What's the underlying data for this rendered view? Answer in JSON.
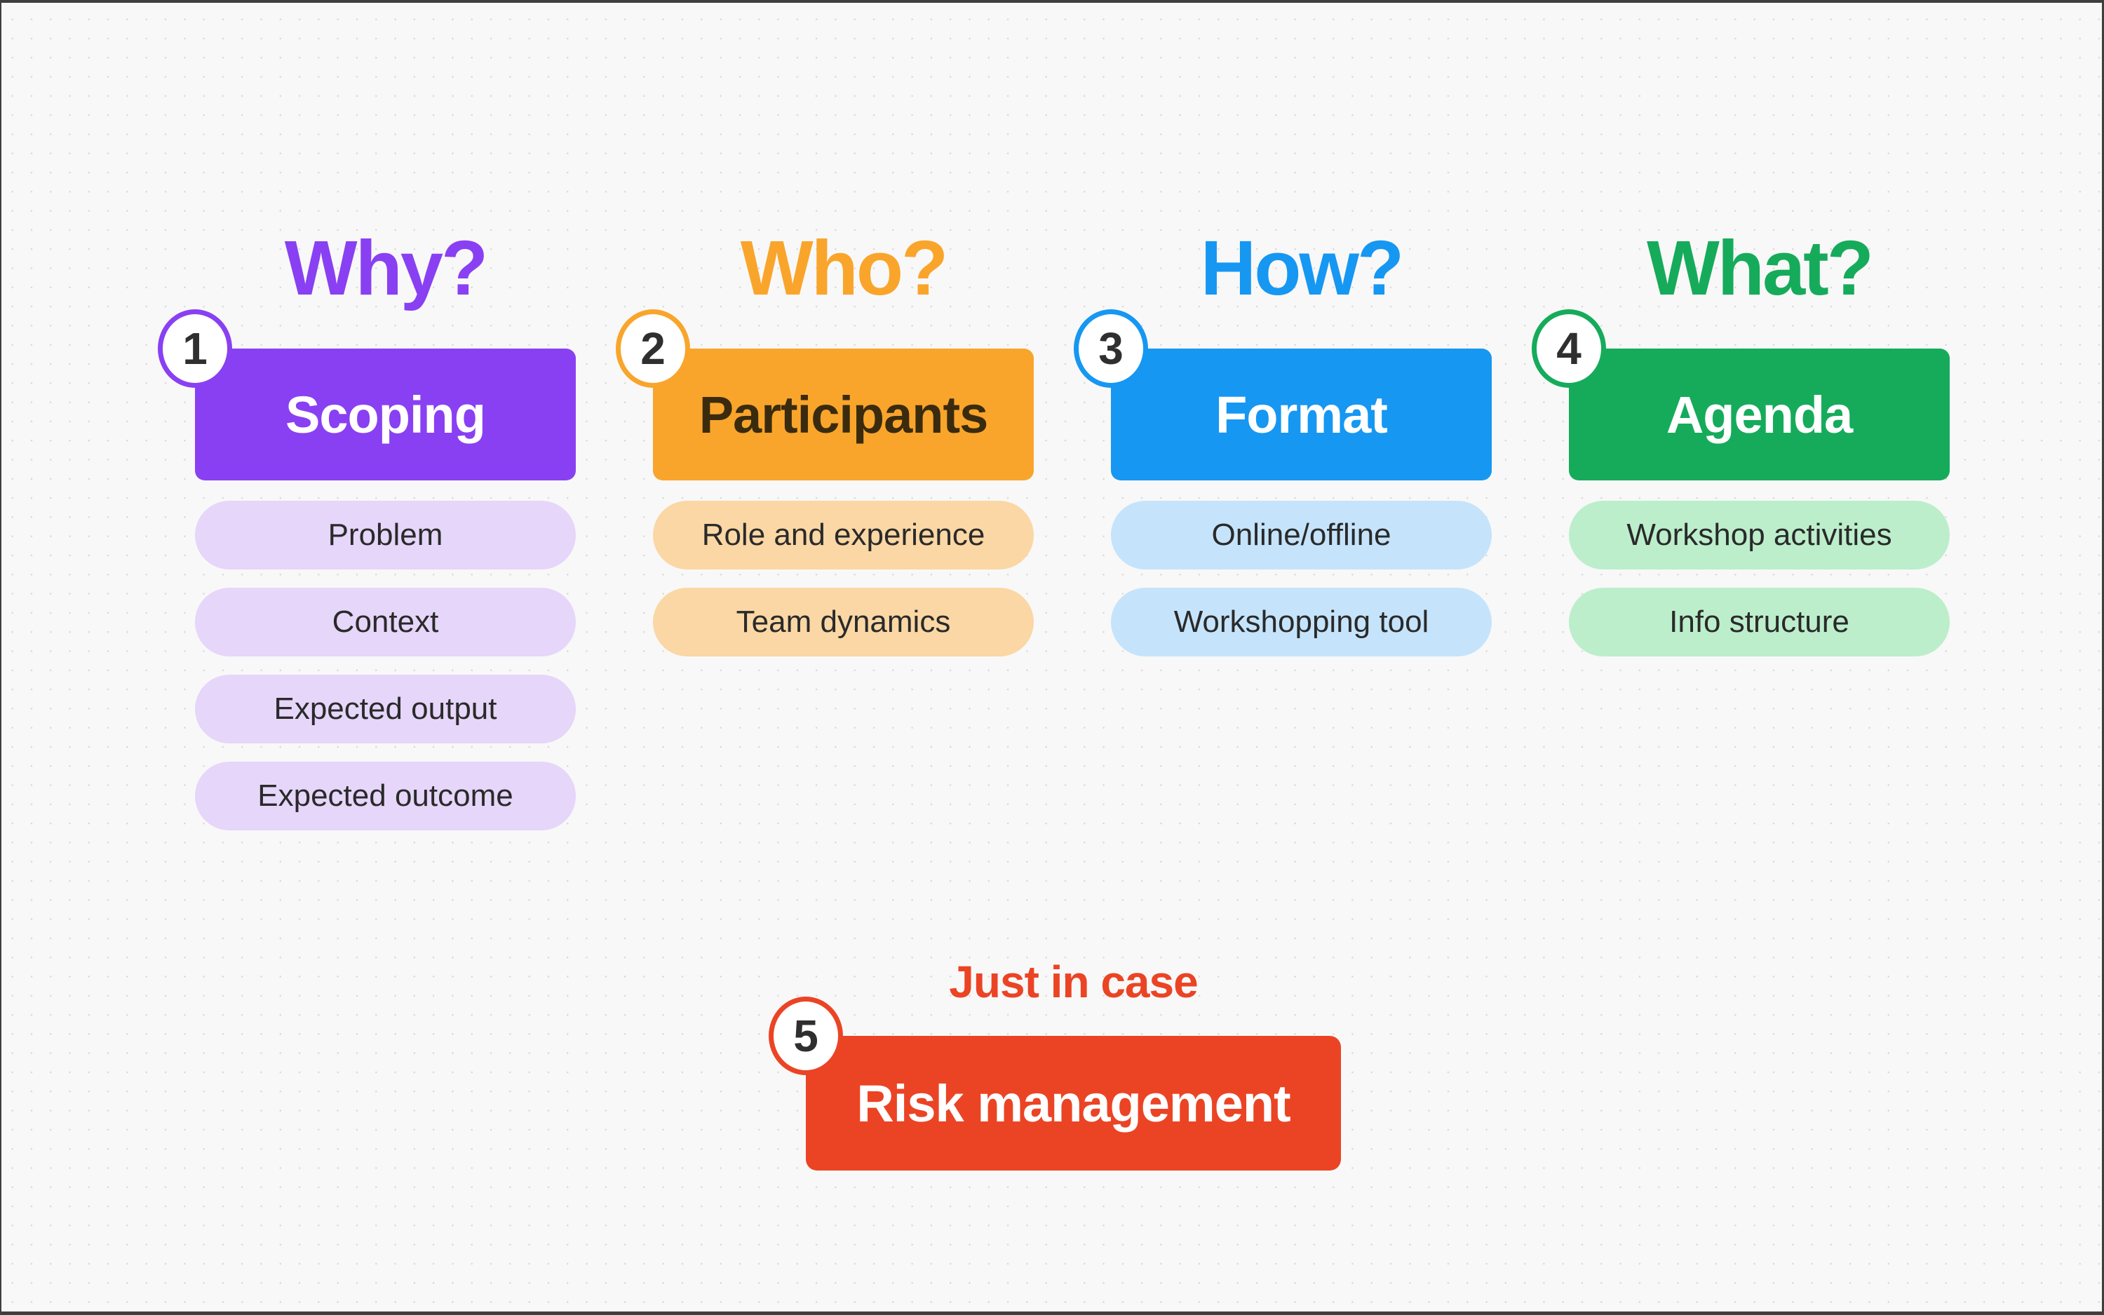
{
  "frame": {
    "border_color": "#3F3F3F",
    "background": "#F8F8F8",
    "dot_color": "#D9D9D9"
  },
  "sections": [
    {
      "number": "1",
      "question": "Why?",
      "title": "Scoping",
      "accent": "#8940F2",
      "light": "#E6D6FA",
      "title_color": "#FFFFFF",
      "items": [
        "Problem",
        "Context",
        "Expected output",
        "Expected outcome"
      ]
    },
    {
      "number": "2",
      "question": "Who?",
      "title": "Participants",
      "accent": "#F9A52B",
      "light": "#FAD7A4",
      "title_color": "#3A2B0E",
      "items": [
        "Role and experience",
        "Team dynamics"
      ]
    },
    {
      "number": "3",
      "question": "How?",
      "title": "Format",
      "accent": "#1697F2",
      "light": "#C5E4FB",
      "title_color": "#FFFFFF",
      "items": [
        "Online/offline",
        "Workshopping tool"
      ]
    },
    {
      "number": "4",
      "question": "What?",
      "title": "Agenda",
      "accent": "#16AB5B",
      "light": "#BCEECC",
      "title_color": "#FFFFFF",
      "items": [
        "Workshop activities",
        "Info structure"
      ]
    }
  ],
  "footer": {
    "number": "5",
    "question": "Just in case",
    "title": "Risk management",
    "accent": "#EB4425",
    "title_color": "#FFFFFF"
  }
}
